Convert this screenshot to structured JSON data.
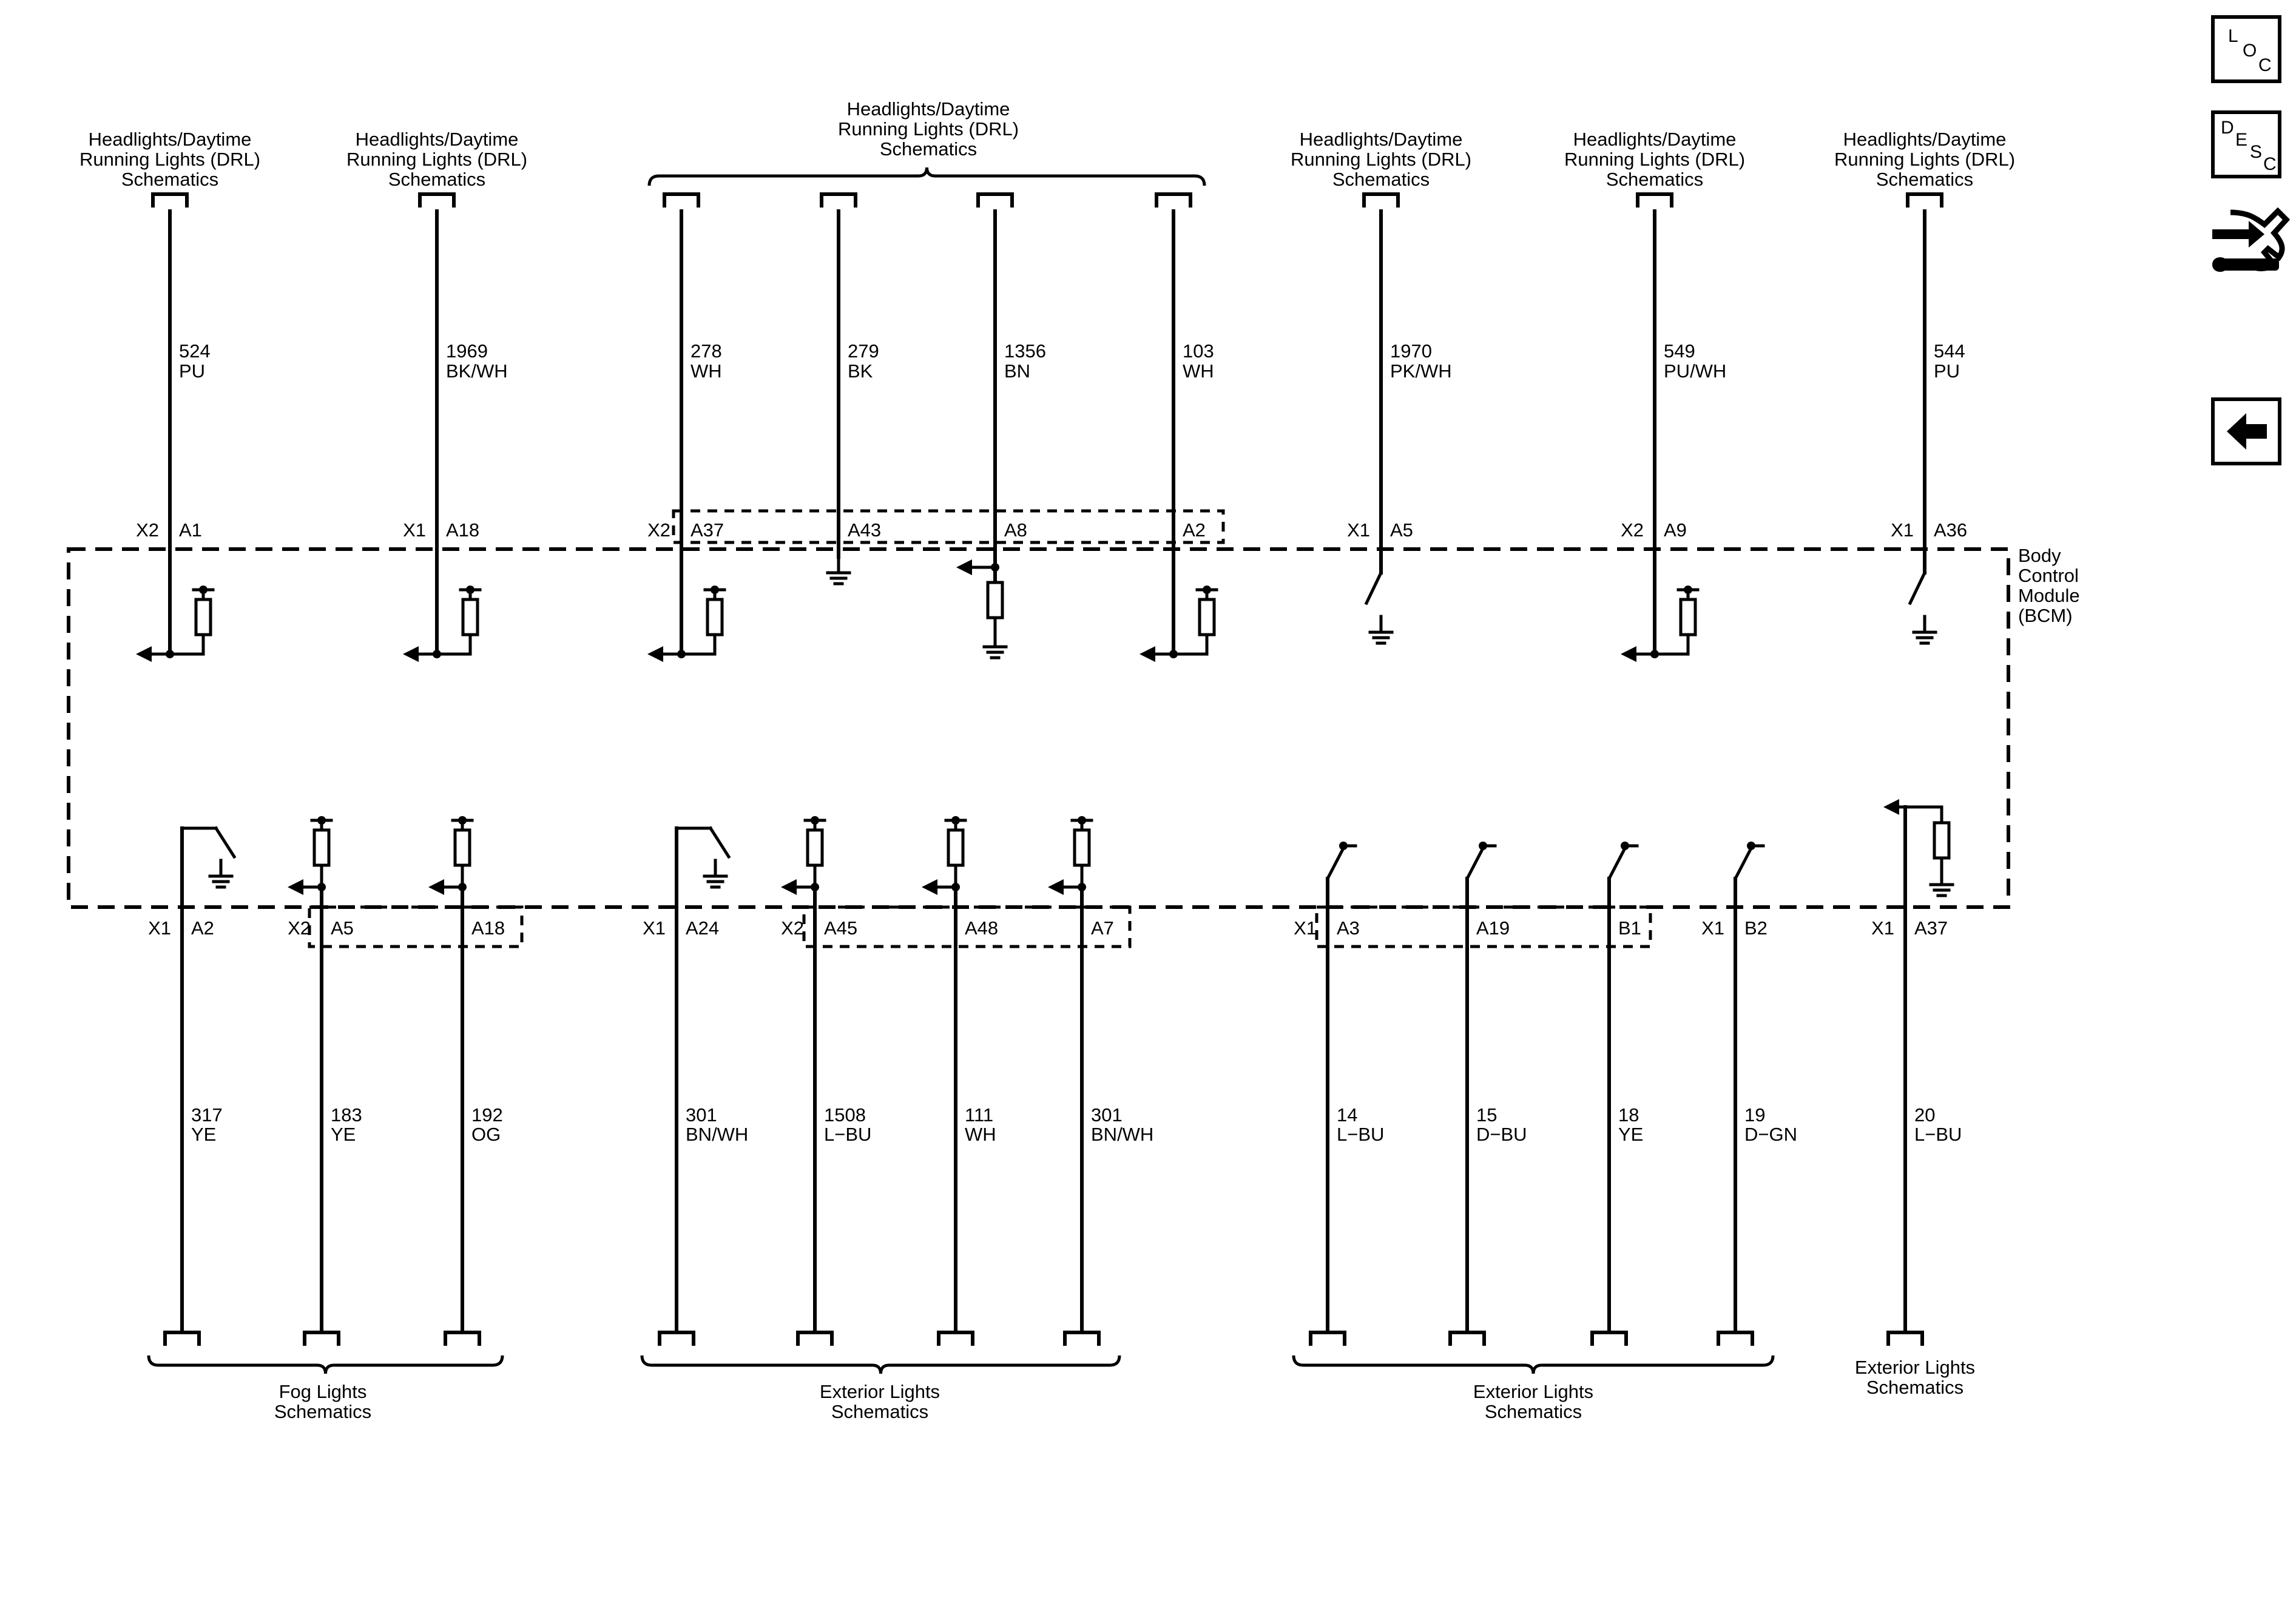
{
  "module": {
    "lines": [
      "Body",
      "Control",
      "Module",
      "(BCM)"
    ]
  },
  "top_connectors": [
    {
      "caption": [
        "Headlights/Daytime",
        "Running Lights (DRL)",
        "Schematics"
      ],
      "connector": "X2",
      "pin": "A1",
      "circuit": "524",
      "color": "PU"
    },
    {
      "caption": [
        "Headlights/Daytime",
        "Running Lights (DRL)",
        "Schematics"
      ],
      "connector": "X1",
      "pin": "A18",
      "circuit": "1969",
      "color": "BK/WH"
    },
    {
      "caption": [
        "",
        "",
        ""
      ],
      "connector": "X2",
      "pin": "A37",
      "circuit": "278",
      "color": "WH"
    },
    {
      "caption": [
        "",
        "",
        ""
      ],
      "connector": "",
      "pin": "A43",
      "circuit": "279",
      "color": "BK"
    },
    {
      "caption": [
        "",
        "",
        ""
      ],
      "connector": "",
      "pin": "A8",
      "circuit": "1356",
      "color": "BN"
    },
    {
      "caption": [
        "",
        "",
        ""
      ],
      "connector": "",
      "pin": "A2",
      "circuit": "103",
      "color": "WH"
    },
    {
      "caption": [
        "Headlights/Daytime",
        "Running Lights (DRL)",
        "Schematics"
      ],
      "connector": "X1",
      "pin": "A5",
      "circuit": "1970",
      "color": "PK/WH"
    },
    {
      "caption": [
        "Headlights/Daytime",
        "Running Lights (DRL)",
        "Schematics"
      ],
      "connector": "X2",
      "pin": "A9",
      "circuit": "549",
      "color": "PU/WH"
    },
    {
      "caption": [
        "Headlights/Daytime",
        "Running Lights (DRL)",
        "Schematics"
      ],
      "connector": "X1",
      "pin": "A36",
      "circuit": "544",
      "color": "PU"
    }
  ],
  "top_group_caption": [
    "Headlights/Daytime",
    "Running Lights (DRL)",
    "Schematics"
  ],
  "bottom_connectors": [
    {
      "connector": "X1",
      "pin": "A2",
      "circuit": "317",
      "color": "YE"
    },
    {
      "connector": "X2",
      "pin": "A5",
      "circuit": "183",
      "color": "YE"
    },
    {
      "connector": "",
      "pin": "A18",
      "circuit": "192",
      "color": "OG"
    },
    {
      "connector": "X1",
      "pin": "A24",
      "circuit": "301",
      "color": "BN/WH"
    },
    {
      "connector": "X2",
      "pin": "A45",
      "circuit": "1508",
      "color": "L−BU"
    },
    {
      "connector": "",
      "pin": "A48",
      "circuit": "111",
      "color": "WH"
    },
    {
      "connector": "",
      "pin": "A7",
      "circuit": "301",
      "color": "BN/WH"
    },
    {
      "connector": "X1",
      "pin": "A3",
      "circuit": "14",
      "color": "L−BU"
    },
    {
      "connector": "",
      "pin": "A19",
      "circuit": "15",
      "color": "D−BU"
    },
    {
      "connector": "",
      "pin": "B1",
      "circuit": "18",
      "color": "YE"
    },
    {
      "connector": "X1",
      "pin": "B2",
      "circuit": "19",
      "color": "D−GN"
    },
    {
      "connector": "X1",
      "pin": "A37",
      "circuit": "20",
      "color": "L−BU"
    }
  ],
  "bottom_groups": [
    {
      "caption": [
        "Fog Lights",
        "Schematics"
      ]
    },
    {
      "caption": [
        "Exterior Lights",
        "Schematics"
      ]
    },
    {
      "caption": [
        "Exterior Lights",
        "Schematics"
      ]
    },
    {
      "caption": [
        "Exterior Lights",
        "Schematics"
      ]
    }
  ],
  "sidebar": {
    "loc": {
      "letters": [
        "L",
        "O",
        "C"
      ],
      "icon": "loc-icon"
    },
    "desc": {
      "letters": [
        "D",
        "E",
        "S",
        "C"
      ],
      "icon": "desc-icon"
    },
    "tools": {
      "icon": "connector-tools-icon"
    },
    "back": {
      "icon": "back-arrow-icon"
    }
  }
}
